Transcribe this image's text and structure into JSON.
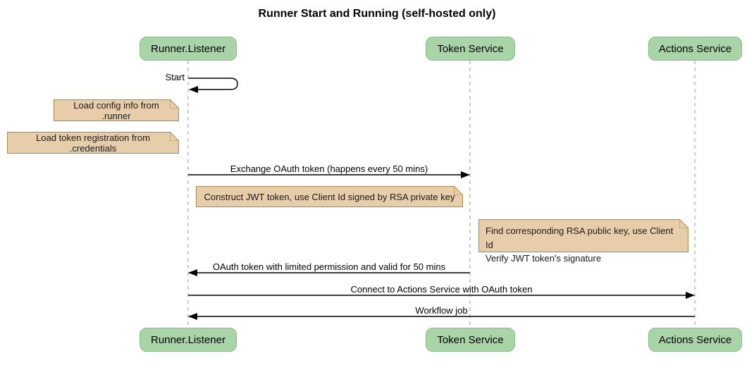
{
  "title": "Runner Start and Running (self-hosted only)",
  "participants": [
    {
      "name": "Runner.Listener"
    },
    {
      "name": "Token Service"
    },
    {
      "name": "Actions Service"
    }
  ],
  "messages": [
    {
      "label": "Start",
      "from": "Runner.Listener",
      "to": "Runner.Listener",
      "type": "self"
    },
    {
      "label": "Exchange OAuth token (happens every 50 mins)",
      "from": "Runner.Listener",
      "to": "Token Service",
      "type": "arrow-right"
    },
    {
      "label": "OAuth token with limited permission and valid for 50 mins",
      "from": "Token Service",
      "to": "Runner.Listener",
      "type": "arrow-left"
    },
    {
      "label": "Connect to Actions Service with OAuth token",
      "from": "Runner.Listener",
      "to": "Actions Service",
      "type": "arrow-right"
    },
    {
      "label": "Workflow job",
      "from": "Actions Service",
      "to": "Runner.Listener",
      "type": "arrow-left"
    }
  ],
  "notes": [
    {
      "text": "Load config info from .runner"
    },
    {
      "text": "Load token registration from .credentials"
    },
    {
      "text": "Construct JWT token, use Client Id signed by RSA private key"
    },
    {
      "lines": [
        "Find corresponding RSA public key, use Client Id",
        "Verify JWT token's signature"
      ]
    }
  ],
  "colors": {
    "actor_fill": "#A8D4A8",
    "actor_border": "#89BB89",
    "note_fill": "#E8CDAA",
    "note_border": "#A8894E",
    "lifeline": "#9A9A9A",
    "arrow": "#000000"
  }
}
